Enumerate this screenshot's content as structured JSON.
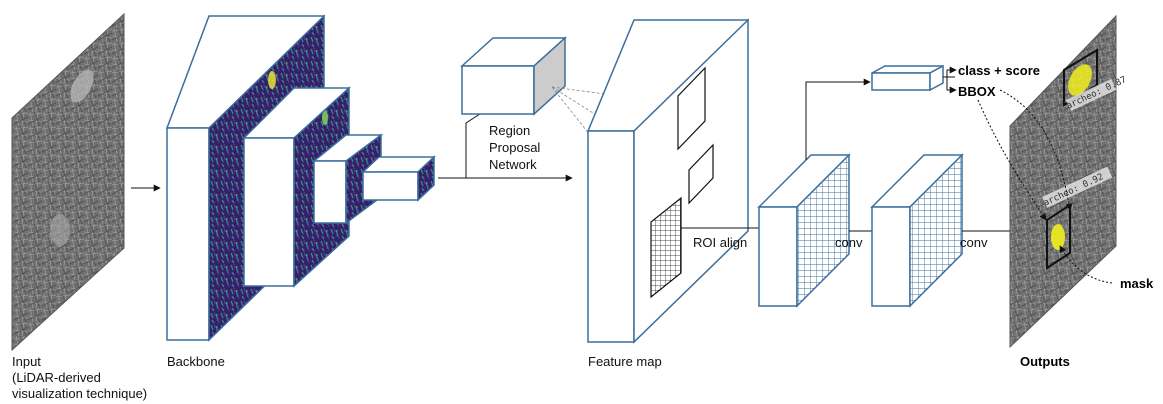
{
  "labels": {
    "input_line1": "Input",
    "input_line2": "(LiDAR-derived",
    "input_line3": "visualization technique)",
    "backbone": "Backbone",
    "rpn_line1": "Region",
    "rpn_line2": "Proposal",
    "rpn_line3": "Network",
    "feature_map": "Feature map",
    "roi_align": "ROI align",
    "conv1": "conv",
    "conv2": "conv",
    "class_score": "class + score",
    "bbox": "BBOX",
    "mask": "mask",
    "outputs": "Outputs"
  },
  "detections": {
    "top_tag": "archeo: 0.87",
    "bottom_tag": "archeo: 0.92"
  },
  "colors": {
    "box_stroke": "#3b6e9c",
    "viridis_dark": "#3b1c6b",
    "viridis_teal": "#2a8f8a",
    "viridis_yellow": "#e8e337",
    "mask_yellow": "#f2ef1d",
    "rpn_side": "#cccccc"
  }
}
